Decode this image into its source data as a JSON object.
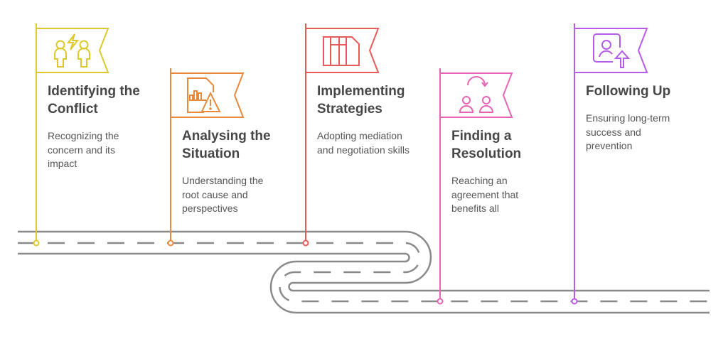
{
  "colors": {
    "road": "#8a8a8a",
    "step1": "#ddc92c",
    "step2": "#e88a3c",
    "step3": "#e75a5a",
    "step4": "#e765b7",
    "step5": "#b65ce6"
  },
  "steps": [
    {
      "title": "Identifying the Conflict",
      "description": "Recognizing the concern and its impact",
      "icon": "people-conflict-icon"
    },
    {
      "title": "Analysing the Situation",
      "description": "Understanding the root cause and perspectives",
      "icon": "chart-warning-icon"
    },
    {
      "title": "Implementing Strategies",
      "description": "Adopting mediation and negotiation skills",
      "icon": "binders-icon"
    },
    {
      "title": "Finding a Resolution",
      "description": "Reaching an agreement that benefits all",
      "icon": "people-cycle-icon"
    },
    {
      "title": "Following Up",
      "description": "Ensuring long-term success and prevention",
      "icon": "user-upgrade-icon"
    }
  ]
}
